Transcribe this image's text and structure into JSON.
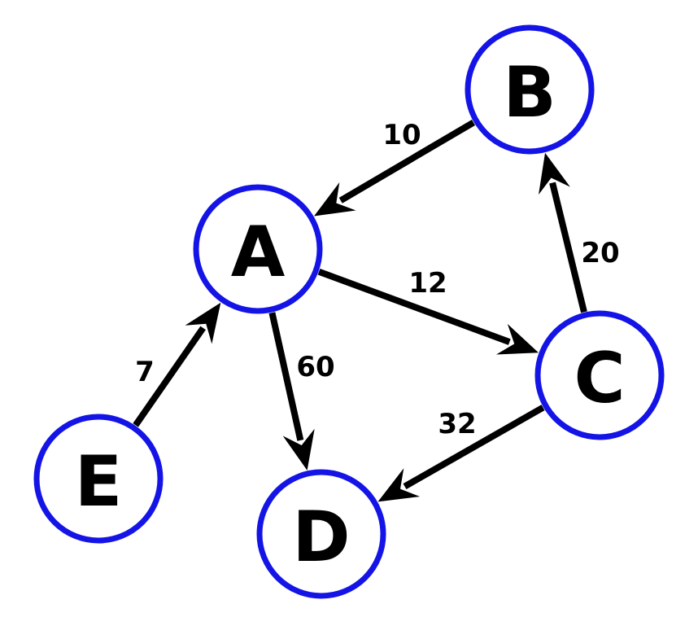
{
  "nodes": [
    {
      "id": "A",
      "label": "A"
    },
    {
      "id": "B",
      "label": "B"
    },
    {
      "id": "C",
      "label": "C"
    },
    {
      "id": "D",
      "label": "D"
    },
    {
      "id": "E",
      "label": "E"
    }
  ],
  "edges": [
    {
      "from": "B",
      "to": "A",
      "weight": "10"
    },
    {
      "from": "A",
      "to": "C",
      "weight": "12"
    },
    {
      "from": "C",
      "to": "B",
      "weight": "20"
    },
    {
      "from": "A",
      "to": "D",
      "weight": "60"
    },
    {
      "from": "C",
      "to": "D",
      "weight": "32"
    },
    {
      "from": "E",
      "to": "A",
      "weight": "7"
    }
  ],
  "colors": {
    "node_stroke": "#1414e6",
    "edge": "#000000",
    "text": "#000000"
  }
}
